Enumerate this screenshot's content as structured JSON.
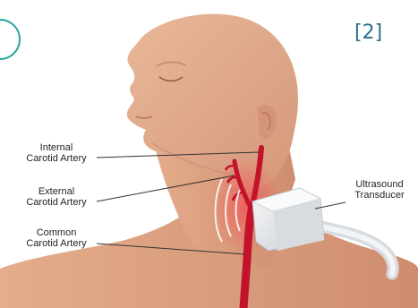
{
  "figure": {
    "reference": "[2]",
    "labels": {
      "internal_carotid": [
        "Internal",
        "Carotid Artery"
      ],
      "external_carotid": [
        "External",
        "Carotid Artery"
      ],
      "common_carotid": [
        "Common",
        "Carotid Artery"
      ],
      "transducer": [
        "Ultrasound",
        "Transducer"
      ]
    },
    "colors": {
      "skin": "#e6b08f",
      "skin_shadow": "#d89a78",
      "artery": "#c3122a",
      "transducer": "#e9ecef",
      "accent": "#2a6f8a"
    }
  }
}
